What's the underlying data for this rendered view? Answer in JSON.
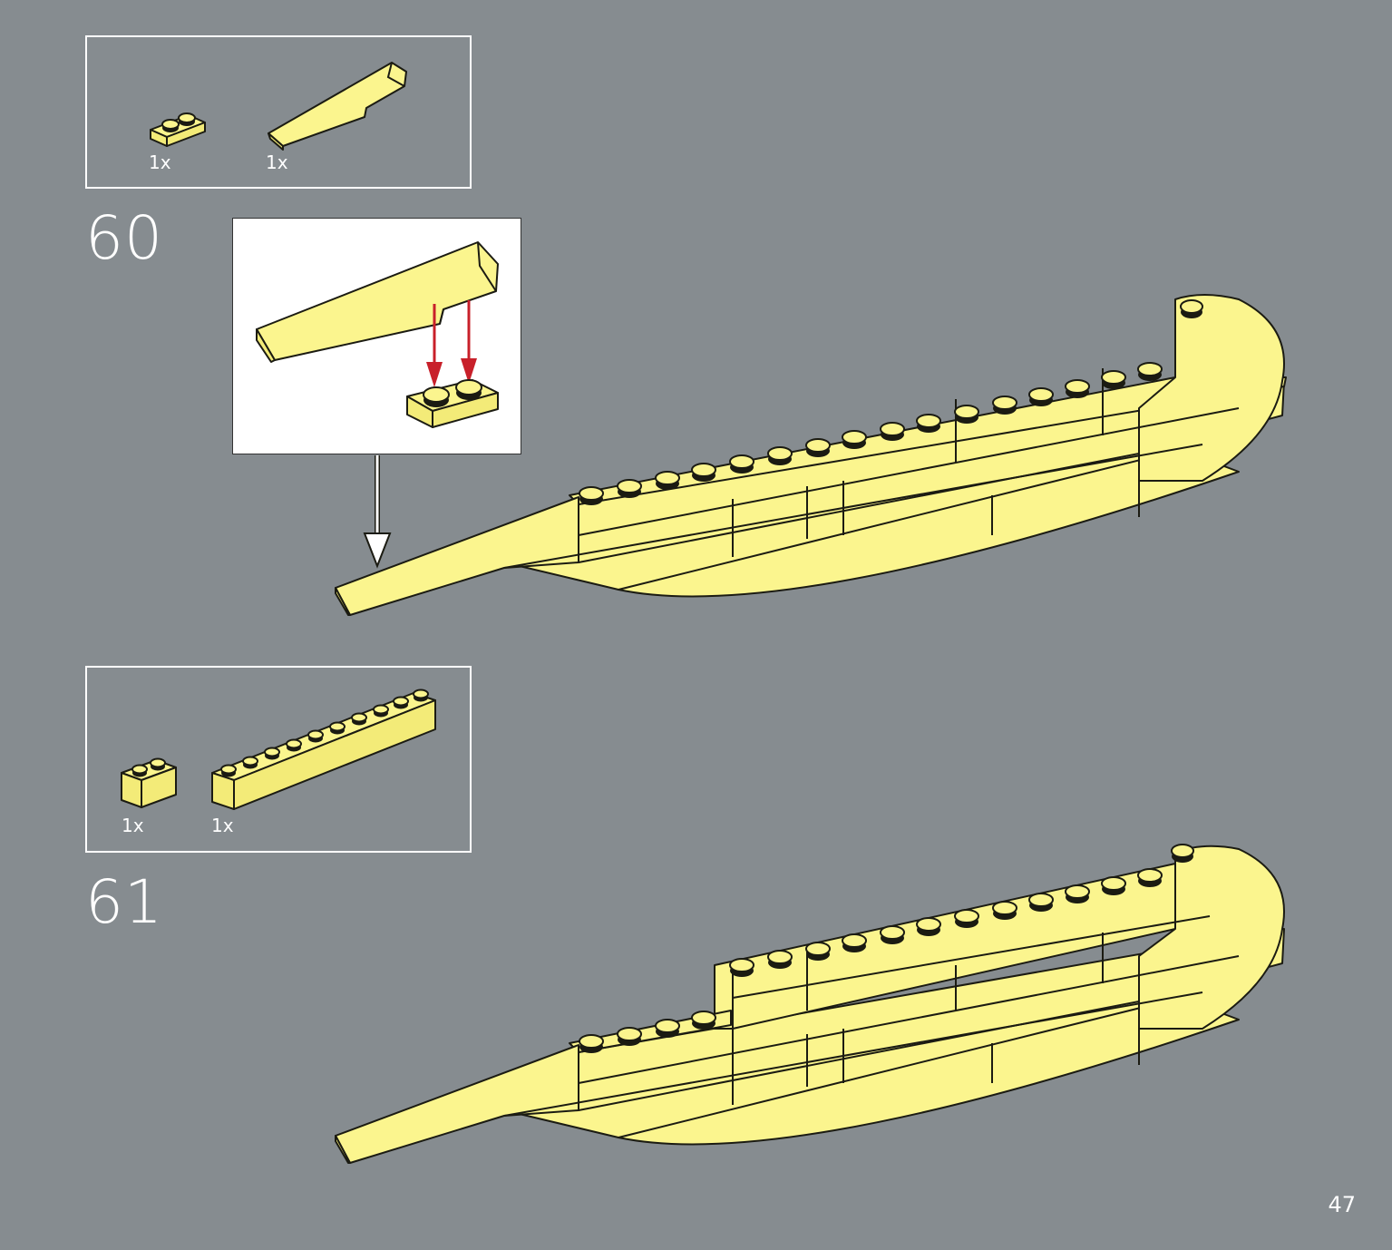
{
  "page_number": "47",
  "steps": [
    {
      "number": "60",
      "parts": [
        {
          "qty": "1x",
          "icon": "plate-1x2-icon"
        },
        {
          "qty": "1x",
          "icon": "wedge-slope-icon"
        }
      ]
    },
    {
      "number": "61",
      "parts": [
        {
          "qty": "1x",
          "icon": "brick-1x2-icon"
        },
        {
          "qty": "1x",
          "icon": "brick-1x10-icon"
        }
      ]
    }
  ],
  "colors": {
    "background": "#868c90",
    "brick_yellow": "#fbf58e",
    "outline": "#1b1b12",
    "arrow_red": "#c8202a",
    "frame_white": "#ffffff"
  }
}
